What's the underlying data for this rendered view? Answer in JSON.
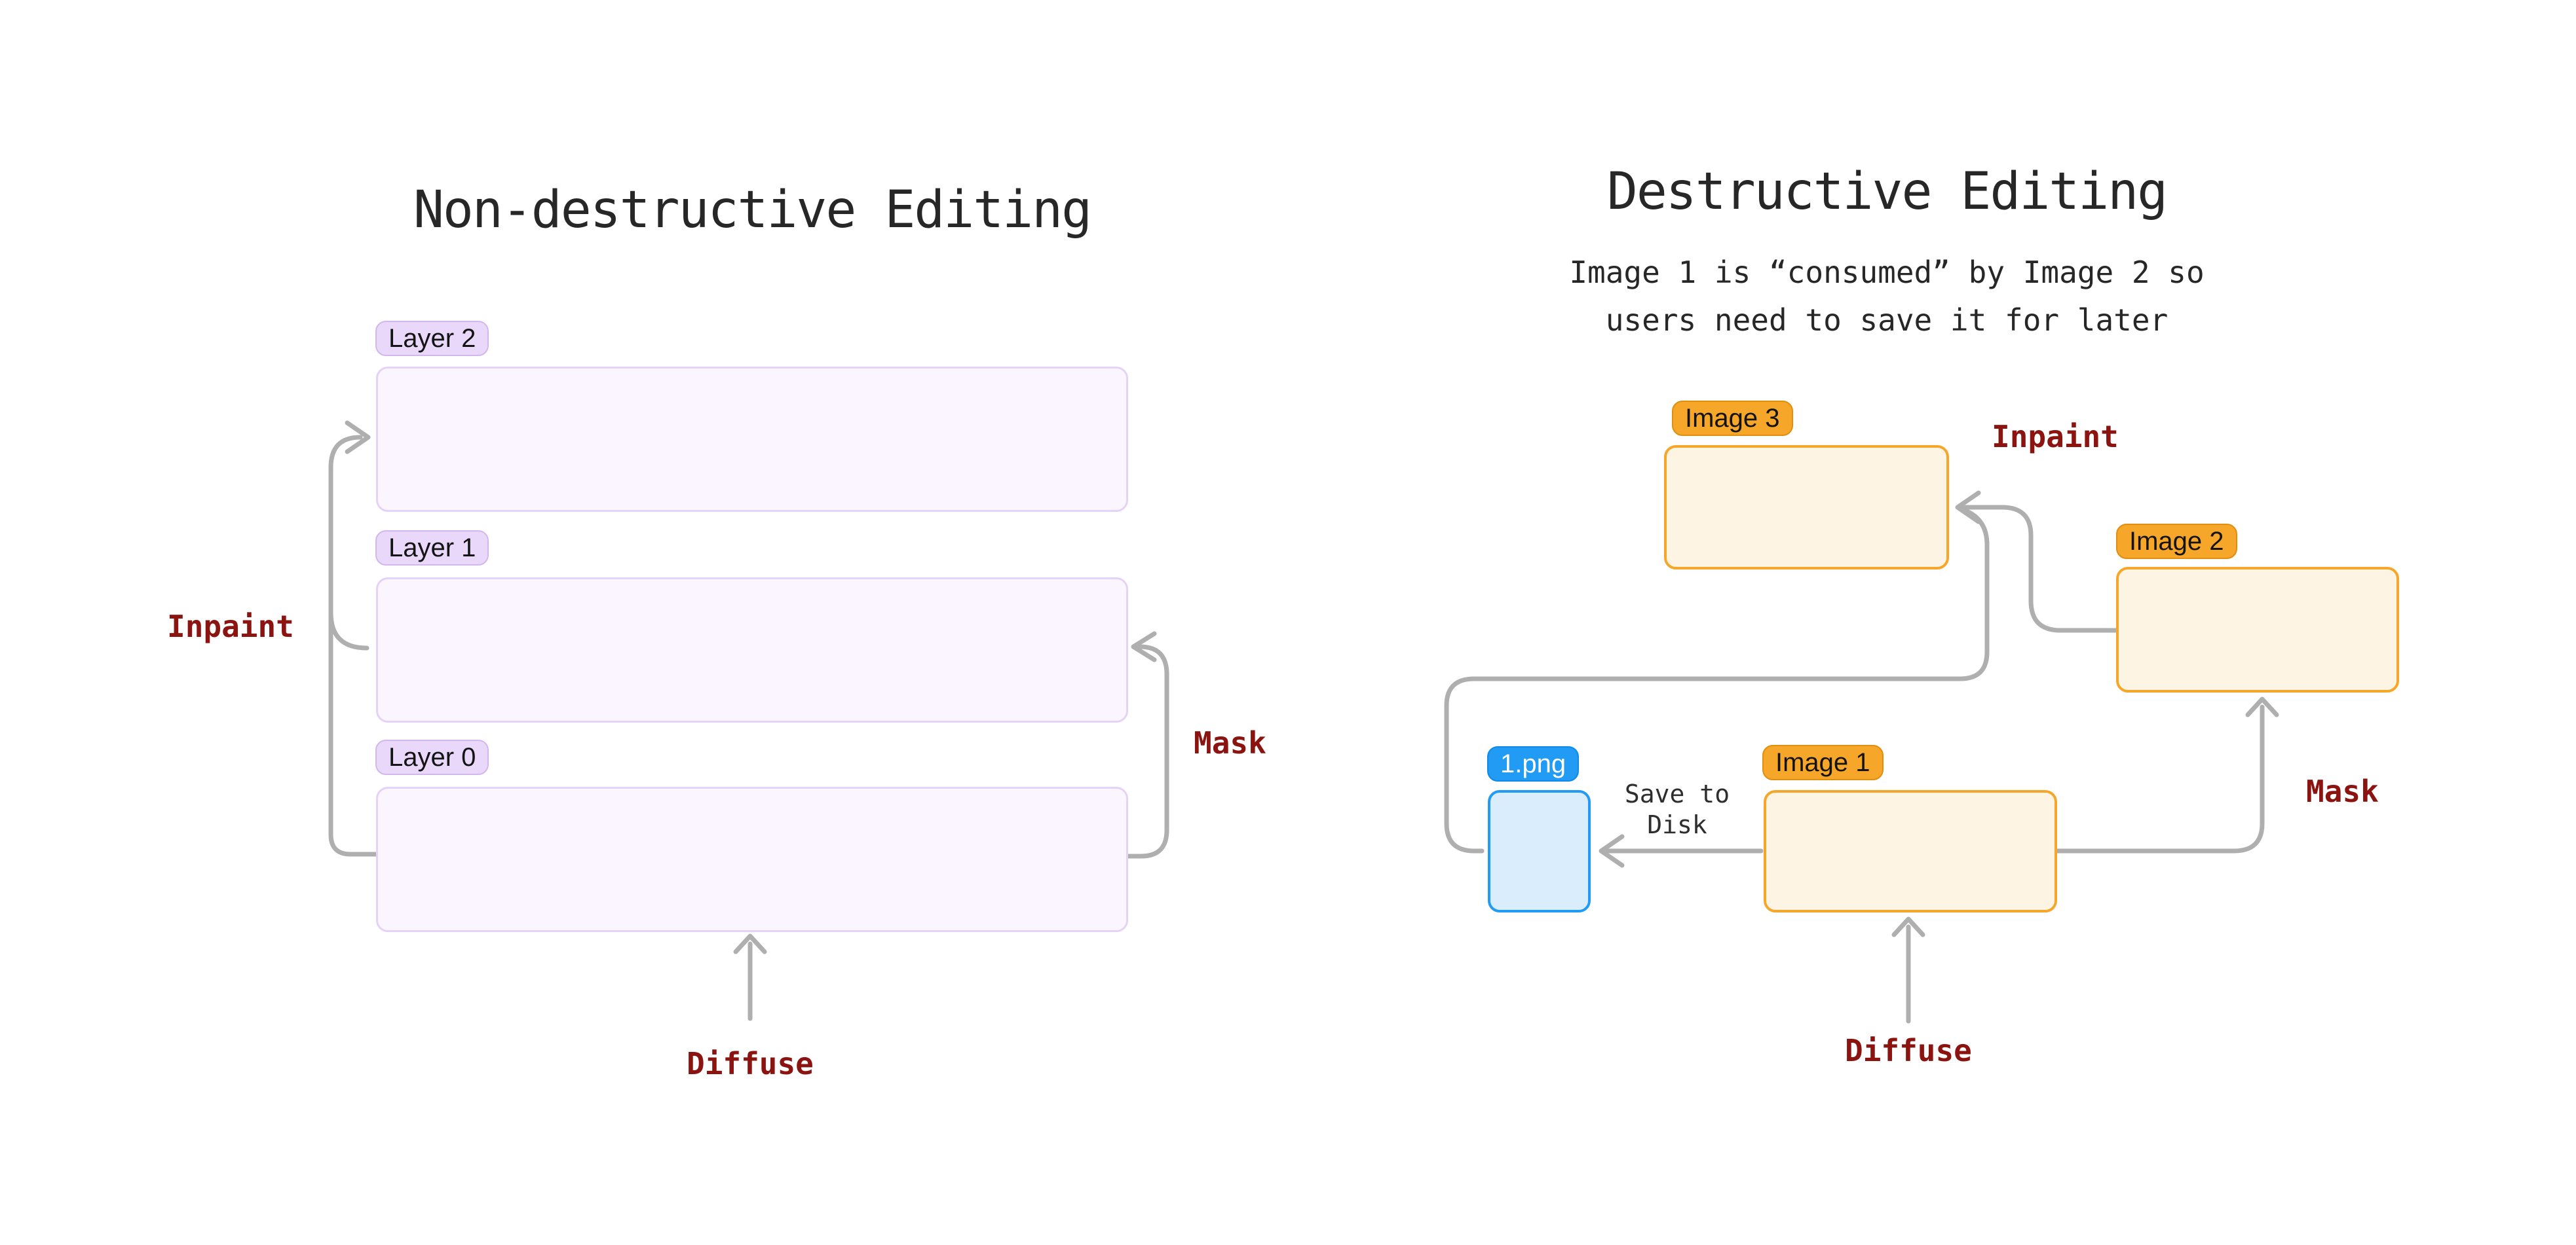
{
  "left_panel": {
    "title": "Non-destructive Editing",
    "layers": [
      {
        "label": "Layer 2"
      },
      {
        "label": "Layer 1"
      },
      {
        "label": "Layer 0"
      }
    ],
    "annotations": {
      "inpaint": "Inpaint",
      "mask": "Mask",
      "diffuse": "Diffuse"
    }
  },
  "right_panel": {
    "title": "Destructive Editing",
    "subtitle_line1": "Image 1 is “consumed” by Image 2 so",
    "subtitle_line2": "users need to save it for later",
    "nodes": {
      "image3": "Image 3",
      "image2": "Image 2",
      "image1": "Image 1",
      "file": "1.png"
    },
    "save_note_line1": "Save to",
    "save_note_line2": "Disk",
    "annotations": {
      "inpaint": "Inpaint",
      "mask": "Mask",
      "diffuse": "Diffuse"
    }
  },
  "colors": {
    "purple_pill_bg": "#E9D8FA",
    "purple_pill_border": "#D2B7EF",
    "purple_box_bg": "#FAF5FE",
    "purple_box_border": "#E5D2F7",
    "orange_pill_bg": "#F6A629",
    "orange_pill_border": "#E18D0E",
    "orange_box_bg": "#FDF4E3",
    "orange_box_border": "#F6A629",
    "blue_pill_bg": "#219BF3",
    "blue_pill_border": "#0E8BE8",
    "blue_box_bg": "#D9EDFC",
    "blue_box_border": "#219BF3",
    "arrow_gray": "#AFAFAF",
    "annotation_red": "#8B1310",
    "text_dark": "#272727"
  }
}
